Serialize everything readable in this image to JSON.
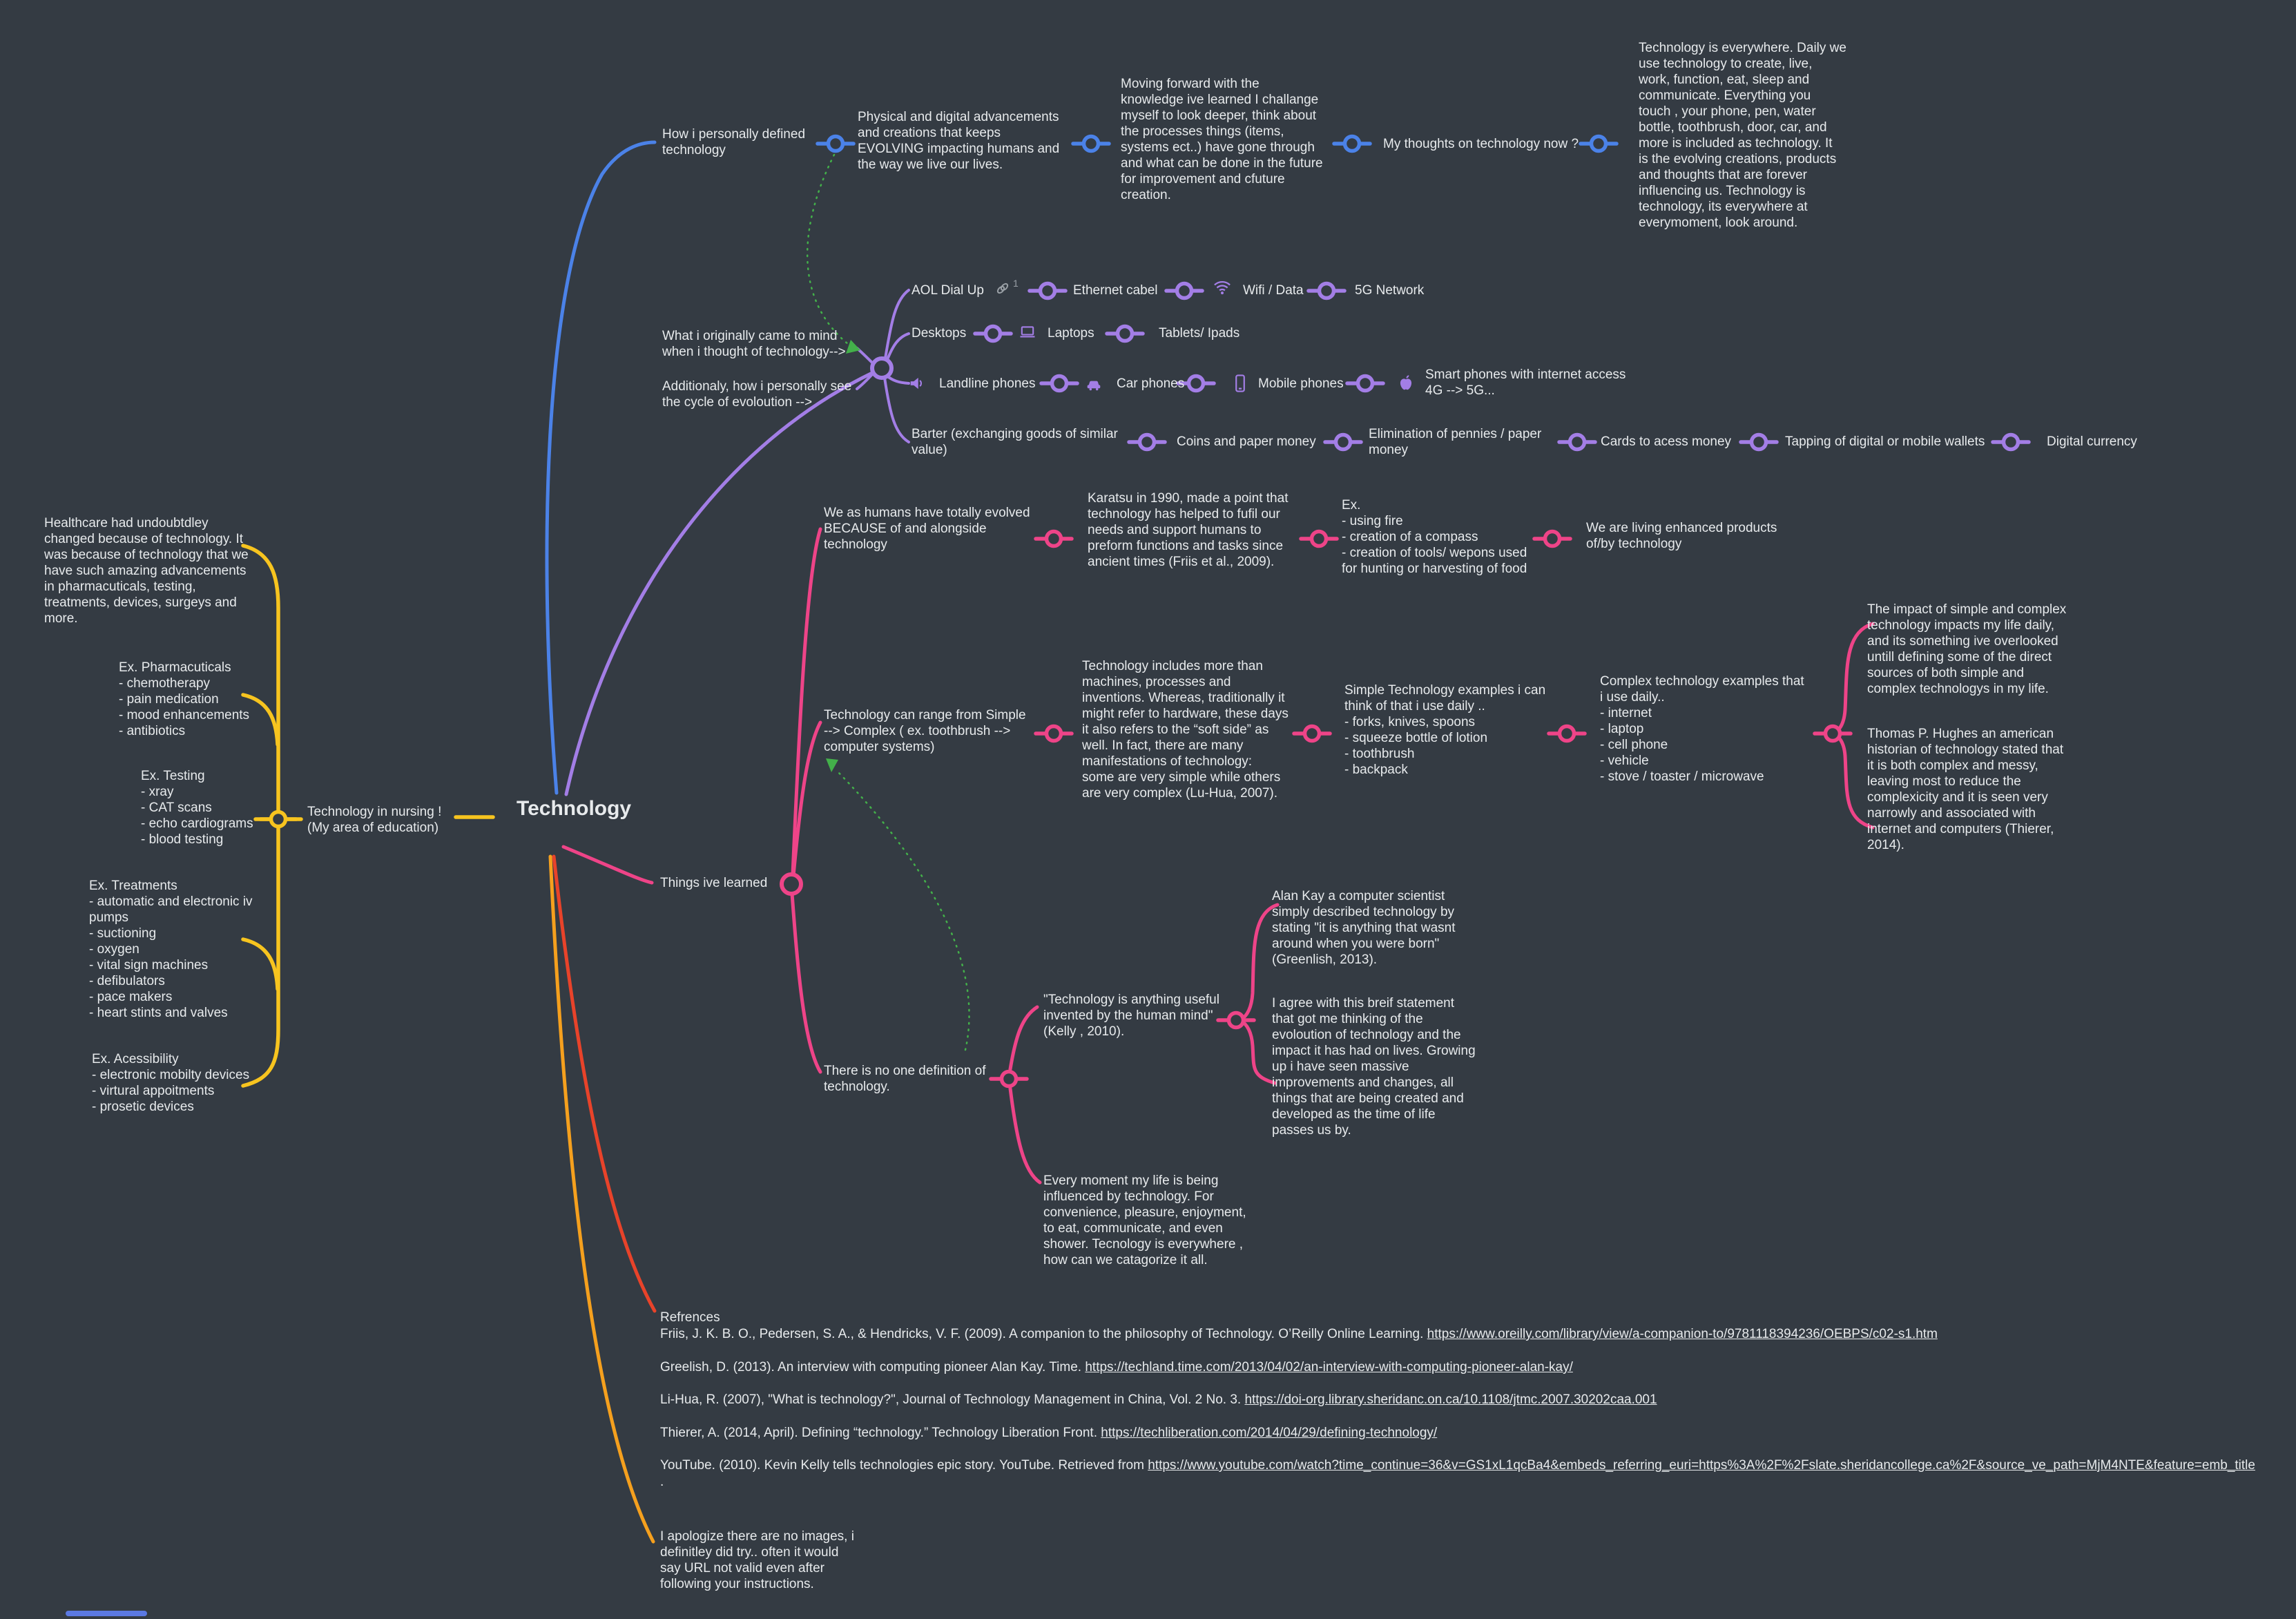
{
  "colors": {
    "background": "#343b43",
    "text": "#e7eaec",
    "blue": "#4b82e8",
    "purple": "#a37ee6",
    "pink": "#ee4488",
    "yellow": "#f7c41f",
    "orange": "#f5a01e",
    "red": "#e8432a",
    "green": "#43b04a",
    "link_icon_gray": "#9aa0a6",
    "scrollbar_blue": "#5b79e3"
  },
  "center": {
    "label": "Technology"
  },
  "icons": {
    "aol_link": "link-icon",
    "wifi": "wifi-icon",
    "laptops": "laptop-icon",
    "landline": "speaker-icon",
    "car_phones": "car-icon",
    "mobile_phones": "mobile-phone-icon",
    "smart_phones": "apple-icon"
  },
  "nodes": {
    "how_defined": "How i personally defined\ntechnology",
    "physical": "Physical and digital advancements\nand creations that keeps\nEVOLVING impacting humans and\nthe way we live our lives.",
    "moving": "Moving forward with the\nknowledge ive learned I challange\nmyself to look deeper, think about\nthe processes things (items,\nsystems ect..) have gone through\nand what can be done in the future\nfor improvement and cfuture\ncreation.",
    "thoughts": "My thoughts on technology now ?",
    "everywhere": "Technology is everywhere. Daily we\nuse technology to create, live,\nwork, function, eat, sleep and\ncommunicate. Everything you\ntouch , your phone, pen, water\nbottle, toothbrush, door, car, and\nmore is included as technology. It\nis the evolving creations, products\nand thoughts that are forever\ninfluencing us. Technology is\ntechnology, its everywhere at\neverymoment, look around.",
    "originally": "What i originally came to mind\nwhen i thought of technology-->",
    "additionaly": "Additionaly, how i personally see\nthe cycle of evoloution  -->",
    "aol": "AOL Dial Up",
    "aol_link_count": "1",
    "ethernet": "Ethernet cabel",
    "wifi_data": "Wifi / Data",
    "five_g": "5G Network",
    "desktops": "Desktops",
    "laptops": "Laptops",
    "tablets": "Tablets/ Ipads",
    "landline": "Landline phones",
    "car_phones": "Car phones",
    "mobile_phones": "Mobile phones",
    "smart_phones": "Smart phones with internet access\n4G --> 5G...",
    "barter": "Barter (exchanging goods of similar\nvalue)",
    "coins": "Coins and paper money",
    "elimination": "Elimination of pennies / paper\nmoney",
    "cards": "Cards to acess money",
    "tapping": "Tapping of digital or mobile wallets",
    "digital_currency": "Digital currency",
    "humans": "We as humans have totally evolved\nBECAUSE of and alongside\ntechnology",
    "karatsu": "Karatsu in 1990, made a point that\ntechnology has helped to fufil our\nneeds and support humans to\npreform functions and tasks since\nancient times (Friis et al., 2009).",
    "ex_fire": "Ex.\n- using fire\n- creation of a compass\n- creation of tools/ wepons used\nfor hunting or harvesting of food",
    "living": "We are living enhanced products\nof/by technology",
    "range": "Technology can range from Simple\n--> Complex ( ex. toothbrush -->\ncomputer systems)",
    "includes": "Technology includes more than\nmachines, processes and\ninventions. Whereas, traditionally it\nmight refer to hardware, these days\nit also refers to the “soft side” as\nwell. In fact, there are many\nmanifestations of technology:\nsome are very simple while others\nare very complex (Lu-Hua, 2007).",
    "simple_ex": "Simple Technology examples i can\nthink of that i use daily ..\n- forks, knives, spoons\n- squeeze bottle of lotion\n- toothbrush\n- backpack",
    "complex_ex": "Complex technology examples that\ni use daily..\n- internet\n- laptop\n- cell phone\n- vehicle\n- stove / toaster / microwave",
    "impact": "The impact of simple and complex\ntechnology impacts my life daily,\nand its something ive overlooked\nuntill defining some of the direct\nsources of both simple and\ncomplex technologys in my life.",
    "hughes": "Thomas P. Hughes an american\nhistorian of technology stated that\nit is both complex and messy,\nleaving most to reduce the\ncomplexicity and it is seen very\nnarrowly and associated with\ninternet and computers (Thierer,\n2014).",
    "things_learned": "Things ive learned",
    "no_definition": "There is no one definition of\ntechnology.",
    "kelly": "\"Technology is anything useful\ninvented by the human mind\"\n(Kelly , 2010).",
    "alan_kay": "Alan Kay a computer scientist\nsimply described technology by\nstating \"it is anything that wasnt\naround when you were born\"\n(Greenlish, 2013).",
    "agree": "I agree with this breif statement\nthat got me thinking of the\nevoloution of technology and the\nimpact it has had on lives. Growing\nup i have seen massive\nimprovements and changes, all\nthings that are being created and\ndeveloped as the time of life\npasses us by.",
    "every_moment": "Every moment my life is being\ninfluenced by technology. For\nconvenience, pleasure, enjoyment,\nto eat, communicate, and even\nshower. Tecnology is everywhere ,\nhow can we catagorize it all.",
    "healthcare": "Healthcare had undoubtdley\nchanged because of technology. It\nwas because of technology that we\nhave such amazing advancements\nin pharmacuticals, testing,\ntreatments, devices, surgeys and\nmore.",
    "ex_pharma": "Ex. Pharmacuticals\n- chemotherapy\n- pain medication\n- mood enhancements\n- antibiotics",
    "ex_testing": "Ex. Testing\n- xray\n- CAT scans\n- echo cardiograms\n- blood testing",
    "ex_treatments": "Ex. Treatments\n- automatic and electronic iv\npumps\n- suctioning\n- oxygen\n- vital sign machines\n- defibulators\n- pace makers\n- heart stints and valves",
    "ex_accessibility": "Ex. Acessibility\n- electronic mobilty devices\n- virtural appoitments\n- prosetic devices",
    "nursing": "Technology in nursing !\n(My area of education)",
    "apology": "I apologize there are no images, i\ndefinitley did try.. often it would\nsay URL not valid even after\nfollowing your instructions."
  },
  "references": {
    "title": "Refrences",
    "items": [
      {
        "text": "Friis, J. K. B. O., Pedersen, S. A., & Hendricks, V. F. (2009). A companion to the philosophy of Technology. O’Reilly Online Learning. ",
        "link": "https://www.oreilly.com/library/view/a-companion-to/9781118394236/OEBPS/c02-s1.htm"
      },
      {
        "text": "Greelish, D. (2013). An interview with computing pioneer Alan Kay. Time. ",
        "link": "https://techland.time.com/2013/04/02/an-interview-with-computing-pioneer-alan-kay/"
      },
      {
        "text": "Li-Hua, R. (2007), \"What is technology?\", Journal of Technology Management in China, Vol. 2 No. 3. ",
        "link": "https://doi-org.library.sheridanc.on.ca/10.1108/jtmc.2007.30202caa.001"
      },
      {
        "text": "Thierer, A. (2014, April). Defining “technology.” Technology Liberation Front. ",
        "link": "https://techliberation.com/2014/04/29/defining-technology/"
      },
      {
        "text": "YouTube. (2010). Kevin Kelly tells technologies epic story. YouTube. Retrieved from ",
        "link": "https://www.youtube.com/watch?time_continue=36&v=GS1xL1qcBa4&embeds_referring_euri=https%3A%2F%2Fslate.sheridancollege.ca%2F&source_ve_path=MjM4NTE&feature=emb_title"
      }
    ],
    "tail": "."
  }
}
